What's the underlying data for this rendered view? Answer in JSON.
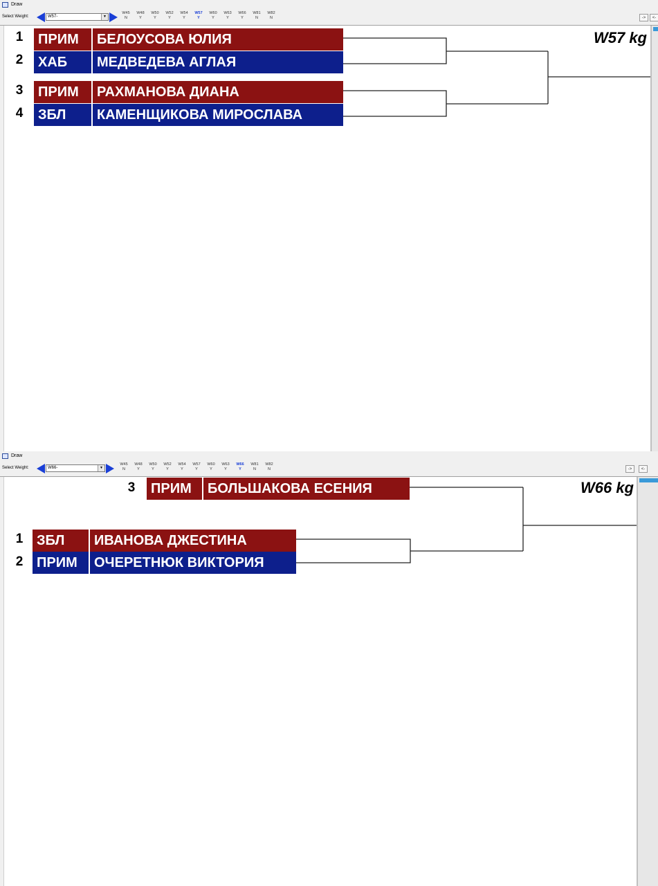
{
  "windows": [
    {
      "title": "Draw",
      "select_label": "Select Weight:",
      "selected_weight": "W57-",
      "weights": [
        {
          "label": "W45",
          "flag": "N"
        },
        {
          "label": "W48",
          "flag": "Y"
        },
        {
          "label": "W50",
          "flag": "Y"
        },
        {
          "label": "W52",
          "flag": "Y"
        },
        {
          "label": "W54",
          "flag": "Y"
        },
        {
          "label": "W57",
          "flag": "Y",
          "current": true
        },
        {
          "label": "W60",
          "flag": "Y"
        },
        {
          "label": "W63",
          "flag": "Y"
        },
        {
          "label": "W66",
          "flag": "Y"
        },
        {
          "label": "W81",
          "flag": "N"
        },
        {
          "label": "W82",
          "flag": "N"
        }
      ],
      "nav_buttons": [
        "->",
        "<-"
      ],
      "category": "W57 kg",
      "competitors": [
        {
          "seed": "1",
          "club": "ПРИМ",
          "name": "БЕЛОУСОВА ЮЛИЯ",
          "color": "red"
        },
        {
          "seed": "2",
          "club": "ХАБ",
          "name": "МЕДВЕДЕВА АГЛАЯ",
          "color": "blue"
        },
        {
          "seed": "3",
          "club": "ПРИМ",
          "name": "РАХМАНОВА ДИАНА",
          "color": "red"
        },
        {
          "seed": "4",
          "club": "ЗБЛ",
          "name": "КАМЕНЩИКОВА МИРОСЛАВА",
          "color": "blue"
        }
      ]
    },
    {
      "title": "Draw",
      "select_label": "Select Weight:",
      "selected_weight": "W66-",
      "weights": [
        {
          "label": "W45",
          "flag": "N"
        },
        {
          "label": "W48",
          "flag": "Y"
        },
        {
          "label": "W50",
          "flag": "Y"
        },
        {
          "label": "W52",
          "flag": "Y"
        },
        {
          "label": "W54",
          "flag": "Y"
        },
        {
          "label": "W57",
          "flag": "Y"
        },
        {
          "label": "W60",
          "flag": "Y"
        },
        {
          "label": "W63",
          "flag": "Y"
        },
        {
          "label": "W66",
          "flag": "Y",
          "current": true
        },
        {
          "label": "W81",
          "flag": "N"
        },
        {
          "label": "W82",
          "flag": "N"
        }
      ],
      "nav_buttons": [
        "->",
        "<-"
      ],
      "category": "W66 kg",
      "competitors": [
        {
          "seed": "3",
          "club": "ПРИМ",
          "name": "БОЛЬШАКОВА ЕСЕНИЯ",
          "color": "red"
        },
        {
          "seed": "1",
          "club": "ЗБЛ",
          "name": "ИВАНОВА ДЖЕСТИНА",
          "color": "red"
        },
        {
          "seed": "2",
          "club": "ПРИМ",
          "name": "ОЧЕРЕТНЮК ВИКТОРИЯ",
          "color": "blue"
        }
      ]
    }
  ],
  "colors": {
    "red": "#8b1212",
    "blue": "#0d1f8c",
    "accent": "#1a3fd6"
  }
}
